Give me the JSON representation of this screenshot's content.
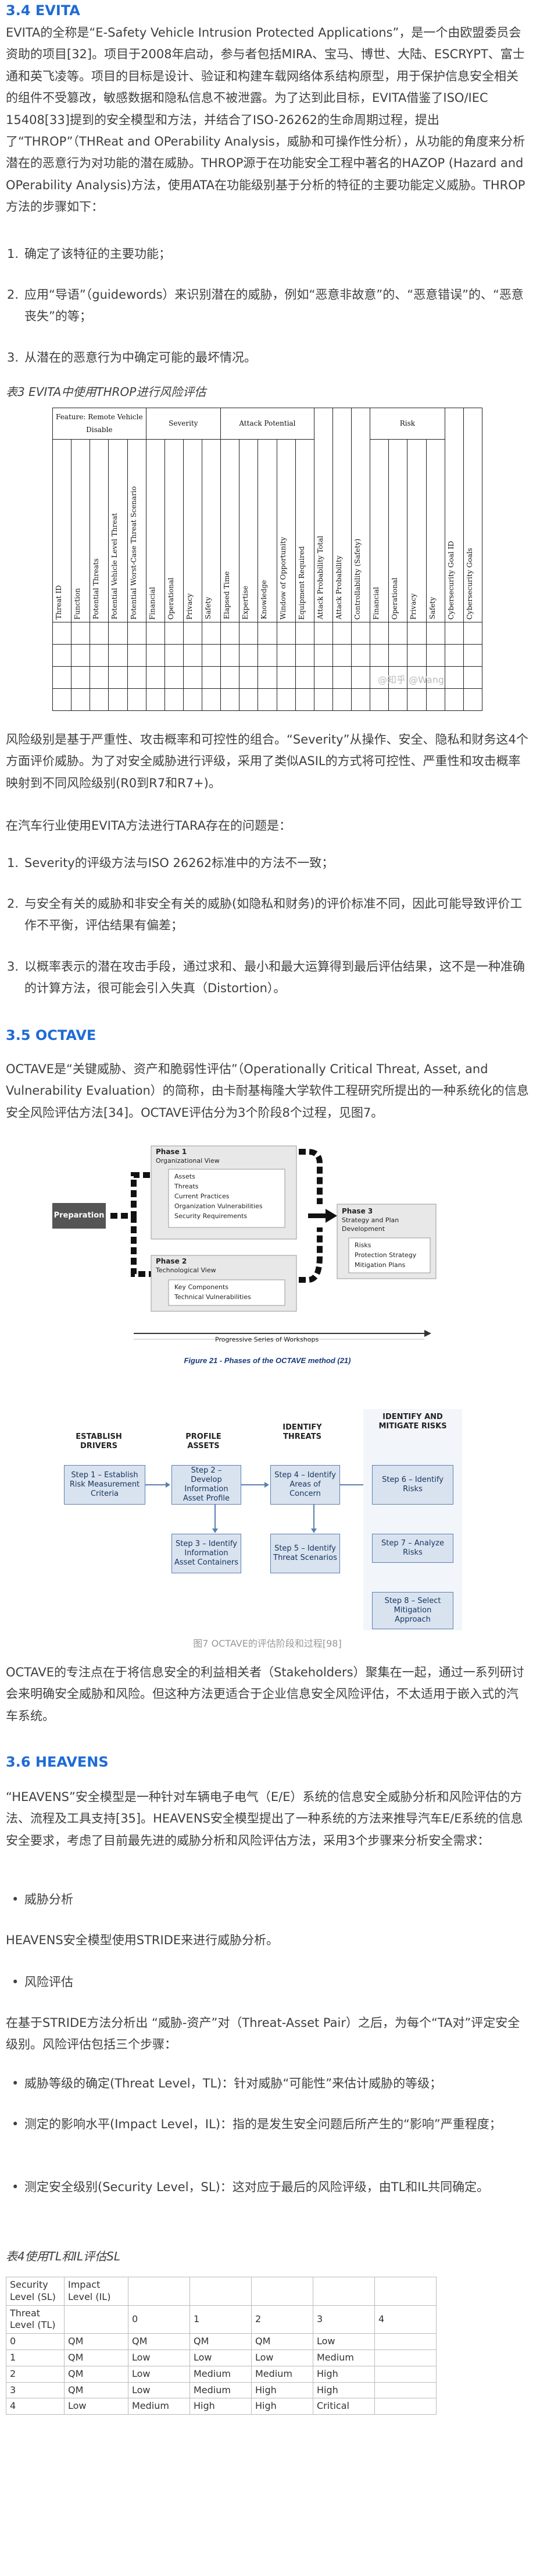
{
  "evita": {
    "heading": "3.4 EVITA",
    "intro": "EVITA的全称是“E-Safety Vehicle Intrusion Protected Applications”，是一个由欧盟委员会资助的项目[32]。项目于2008年启动，参与者包括MIRA、宝马、博世、大陆、ESCRYPT、富士通和英飞凌等。项目的目标是设计、验证和构建车载网络体系结构原型，用于保护信息安全相关的组件不受篡改，敏感数据和隐私信息不被泄露。为了达到此目标，EVITA借鉴了ISO/IEC 15408[33]提到的安全模型和方法，并结合了ISO-26262的生命周期过程，提出了“THROP”（THReat and OPerability Analysis，威胁和可操作性分析），从功能的角度来分析潜在的恶意行为对功能的潜在威胁。THROP源于在功能安全工程中著名的HAZOP (Hazard and OPerability Analysis)方法，使用ATA在功能级别基于分析的特征的主要功能定义威胁。THROP方法的步骤如下：",
    "steps": [
      {
        "num": "1.",
        "text": "确定了该特征的主要功能；"
      },
      {
        "num": "2.",
        "text": "应用“导语”（guidewords）来识别潜在的威胁，例如“恶意非故意”的、“恶意错误”的、“恶意丧失”的等；"
      },
      {
        "num": "3.",
        "text": "从潜在的恶意行为中确定可能的最坏情况。"
      }
    ],
    "table_caption": "表3 EVITA中使用THROP进行风险评估",
    "table": {
      "groups": [
        "Feature: Remote Vehicle Disable",
        "Severity",
        "Attack Potential",
        "Risk"
      ],
      "columns": [
        "Threat ID",
        "Function",
        "Potential Threats",
        "Potential Vehicle Level Threat",
        "Potential Worst-Case Threat Scenario",
        "Financial",
        "Operational",
        "Privacy",
        "Safety",
        "Elapsed Time",
        "Expertise",
        "Knowledge",
        "Window of Opportunity",
        "Equipment Required",
        "Attack Probability Total",
        "Attack Probability",
        "Controllability (Safety)",
        "Financial",
        "Operational",
        "Privacy",
        "Safety",
        "Cybersecurity Goal ID",
        "Cybersecurity Goals"
      ],
      "watermark": "@知乎 @Wang"
    },
    "para2": "风险级别是基于严重性、攻击概率和可控性的组合。“Severity”从操作、安全、隐私和财务这4个方面评价威胁。为了对安全威胁进行评级，采用了类似ASIL的方式将可控性、严重性和攻击概率映射到不同风险级别(R0到R7和R7+)。",
    "para3": "在汽车行业使用EVITA方法进行TARA存在的问题是：",
    "issues": [
      {
        "num": "1.",
        "text": "Severity的评级方法与ISO 26262标准中的方法不一致；"
      },
      {
        "num": "2.",
        "text": "与安全有关的威胁和非安全有关的威胁(如隐私和财务)的评价标准不同，因此可能导致评价工作不平衡，评估结果有偏差；"
      },
      {
        "num": "3.",
        "text": "以概率表示的潜在攻击手段，通过求和、最小和最大运算得到最后评估结果，这不是一种准确的计算方法，很可能会引入失真（Distortion）。"
      }
    ]
  },
  "octave": {
    "heading": "3.5 OCTAVE",
    "intro": "OCTAVE是“关键威胁、资产和脆弱性评估”（Operationally Critical Threat, Asset, and Vulnerability Evaluation）的简称，由卡耐基梅隆大学软件工程研究所提出的一种系统化的信息安全风险评估方法[34]。OCTAVE评估分为3个阶段8个过程，见图7。",
    "fig21": {
      "preparation": "Preparation",
      "phase1_title": "Phase 1",
      "phase1_sub": "Organizational View",
      "phase1_items": [
        "Assets",
        "Threats",
        "Current Practices",
        "Organization Vulnerabilities",
        "Security Requirements"
      ],
      "phase2_title": "Phase 2",
      "phase2_sub": "Technological View",
      "phase2_items": [
        "Key Components",
        "Technical Vulnerabilities"
      ],
      "phase3_title": "Phase 3",
      "phase3_sub": "Strategy and Plan Development",
      "phase3_items": [
        "Risks",
        "Protection Strategy",
        "Mitigation Plans"
      ],
      "workshops": "Progressive Series of Workshops",
      "caption": "Figure 21 - Phases of the OCTAVE method (21)"
    },
    "fig7": {
      "headers": [
        "ESTABLISH DRIVERS",
        "PROFILE ASSETS",
        "IDENTIFY THREATS",
        "IDENTIFY AND MITIGATE RISKS"
      ],
      "steps": [
        "Step 1 – Establish Risk Measurement Criteria",
        "Step 2 – Develop Information Asset Profile",
        "Step 3 – Identify Information Asset Containers",
        "Step 4 – Identify Areas of Concern",
        "Step 5 – Identify Threat Scenarios",
        "Step 6 – Identify Risks",
        "Step 7 – Analyze Risks",
        "Step 8 – Select Mitigation Approach"
      ],
      "caption": "图7 OCTAVE的评估阶段和过程[98]"
    },
    "para2": "OCTAVE的专注点在于将信息安全的利益相关者（Stakeholders）聚集在一起，通过一系列研讨会来明确安全威胁和风险。但这种方法更适合于企业信息安全风险评估，不太适用于嵌入式的汽车系统。"
  },
  "heavens": {
    "heading": "3.6 HEAVENS",
    "intro": "“HEAVENS”安全模型是一种针对车辆电子电气（E/E）系统的信息安全威胁分析和风险评估的方法、流程及工具支持[35]。HEAVENS安全模型提出了一种系统的方法来推导汽车E/E系统的信息安全要求，考虑了目前最先进的威胁分析和风险评估方法，采用3个步骤来分析安全需求：",
    "bullet1": "威胁分析",
    "para_stride": "HEAVENS安全模型使用STRIDE来进行威胁分析。",
    "bullet2": "风险评估",
    "para_risk": "在基于STRIDE方法分析出 “威胁-资产”对（Threat-Asset Pair）之后，为每个“TA对”评定安全级别。风险评估包括三个步骤：",
    "risk_steps": [
      "威胁等级的确定(Threat Level，TL)：针对威胁“可能性”来估计威胁的等级；",
      "测定的影响水平(Impact Level，IL)：指的是发生安全问题后所产生的“影响”严重程度；",
      "测定安全级别(Security Level，SL)：这对应于最后的风险评级，由TL和IL共同确定。"
    ],
    "table_caption": "表4使用TL和IL评估SL",
    "sl_table": {
      "corner1": "Security Level (SL)",
      "corner2": "Impact Level (IL)",
      "corner3": "Threat Level (TL)",
      "il_values": [
        "0",
        "1",
        "2",
        "3",
        "4"
      ],
      "rows": [
        {
          "tl": "0",
          "cells": [
            "QM",
            "QM",
            "QM",
            "QM",
            "Low"
          ]
        },
        {
          "tl": "1",
          "cells": [
            "QM",
            "Low",
            "Low",
            "Low",
            "Medium"
          ]
        },
        {
          "tl": "2",
          "cells": [
            "QM",
            "Low",
            "Medium",
            "Medium",
            "High"
          ]
        },
        {
          "tl": "3",
          "cells": [
            "QM",
            "Low",
            "Medium",
            "High",
            "High"
          ]
        },
        {
          "tl": "4",
          "cells": [
            "Low",
            "Medium",
            "High",
            "High",
            "Critical"
          ]
        }
      ]
    }
  }
}
